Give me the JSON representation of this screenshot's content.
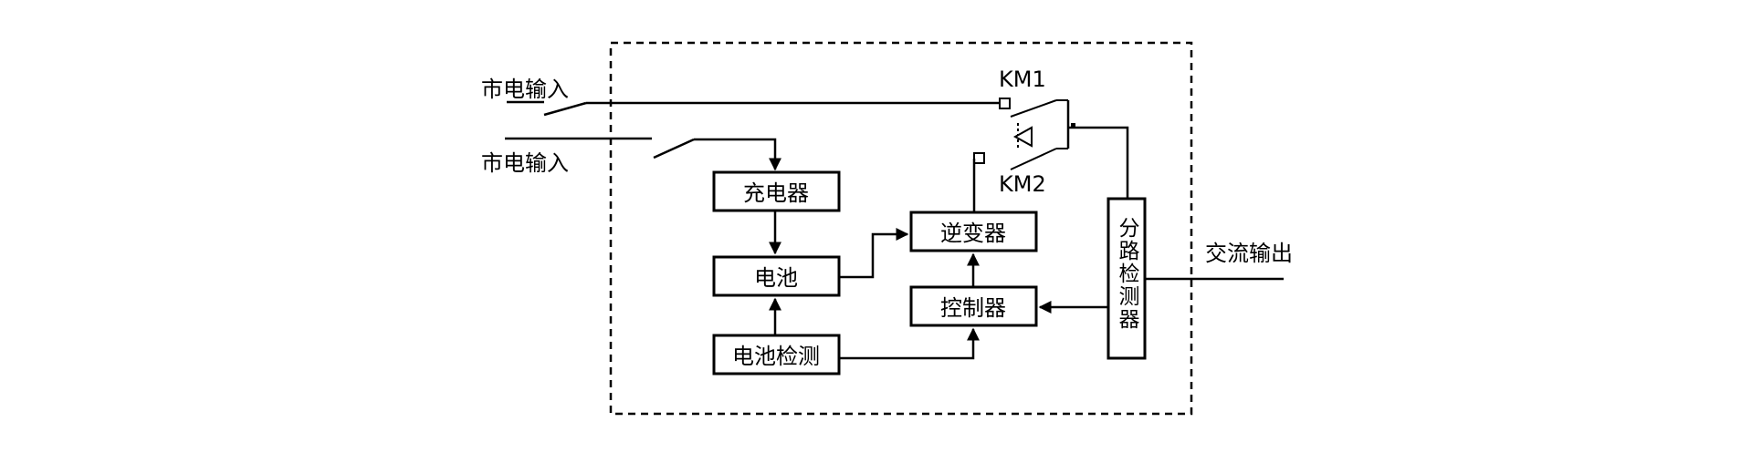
{
  "inputs": {
    "mains_input_1": "市电输入",
    "mains_input_2": "市电输入"
  },
  "output": {
    "ac_output": "交流输出"
  },
  "switches": {
    "km1": "KM1",
    "km2": "KM2"
  },
  "blocks": {
    "charger": "充电器",
    "battery": "电池",
    "battery_detection": "电池检测",
    "inverter": "逆变器",
    "controller": "控制器",
    "branch_detector": "分路检测器"
  },
  "colors": {
    "stroke": "#000000",
    "background": "#ffffff"
  }
}
